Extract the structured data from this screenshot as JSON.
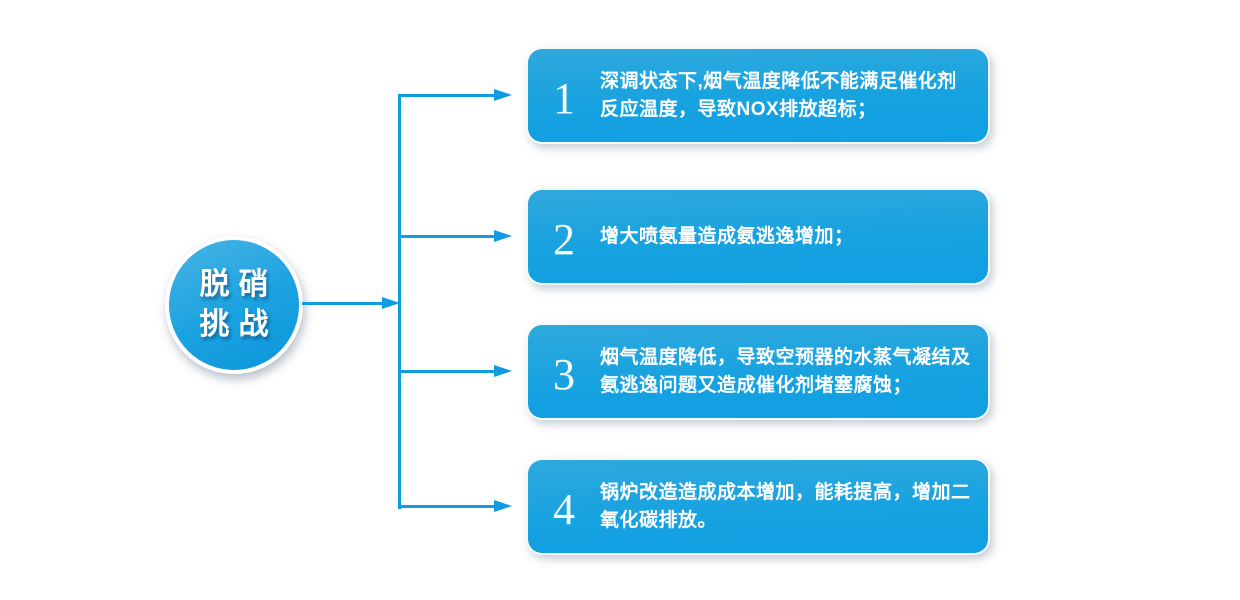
{
  "diagram": {
    "root": {
      "label_line1": "脱硝",
      "label_line2": "挑战"
    },
    "challenges": [
      {
        "number": "1",
        "text": "深调状态下,烟气温度降低不能满足催化剂反应温度，导致NOX排放超标；"
      },
      {
        "number": "2",
        "text": "增大喷氨量造成氨逃逸增加；"
      },
      {
        "number": "3",
        "text": "烟气温度降低，导致空预器的水蒸气凝结及氨逃逸问题又造成催化剂堵塞腐蚀；"
      },
      {
        "number": "4",
        "text": "锅炉改造造成成本增加，能耗提高，增加二氧化碳排放。"
      }
    ],
    "colors": {
      "connector_blue": "#0f9ce0",
      "box_gradient_top": "#2fa9dc",
      "box_gradient_bottom": "#0f9fe3",
      "circle_gradient_top": "#48b4e5",
      "circle_gradient_bottom": "#0b97dc",
      "text_white": "#ffffff"
    }
  }
}
